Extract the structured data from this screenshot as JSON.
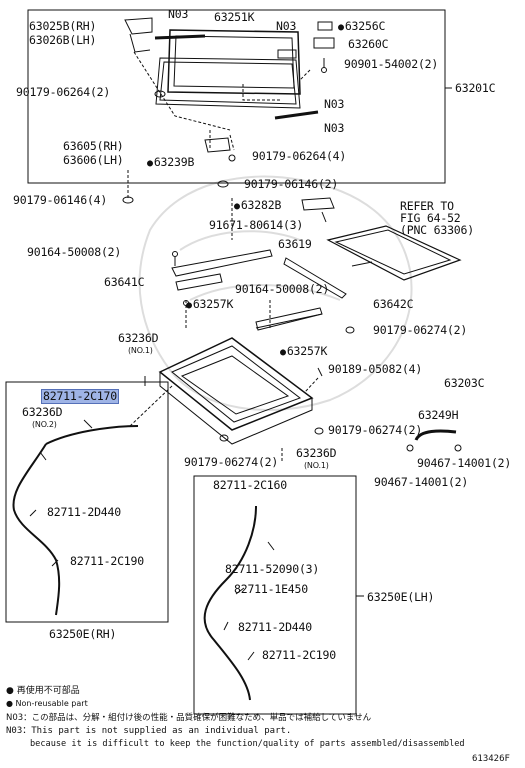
{
  "parts": {
    "p63025B": "63025B(RH)",
    "p63026B": "63026B(LH)",
    "n03_top": "N03",
    "p63251K": "63251K",
    "n03_right": "N03",
    "p63256C": "63256C",
    "p63260C": "63260C",
    "p90901": "90901-54002(2)",
    "p90179_2": "90179-06264(2)",
    "p63201C": "63201C",
    "n03_a": "N03",
    "n03_b": "N03",
    "p63605": "63605(RH)",
    "p63606": "63606(LH)",
    "p63239B": "63239B",
    "p90179_4": "90179-06264(4)",
    "p90179_06146_2": "90179-06146(2)",
    "p90179_06146_4": "90179-06146(4)",
    "p63282B": "63282B",
    "p91671": "91671-80614(3)",
    "refer1": "REFER TO",
    "refer2": "FIG 64-52",
    "refer3": "(PNC 63306)",
    "p90164_a": "90164-50008(2)",
    "p63619": "63619",
    "p63641C": "63641C",
    "p90164_b": "90164-50008(2)",
    "p63257K_a": "63257K",
    "p63642C": "63642C",
    "p90179_06274_a": "90179-06274(2)",
    "p63236D_a": "63236D",
    "no1_a": "(NO.1)",
    "p63257K_b": "63257K",
    "p90189": "90189-05082(4)",
    "p63203C": "63203C",
    "p82711_2C170": "82711-2C170",
    "p63236D_b": "63236D",
    "no2": "(NO.2)",
    "p63249H": "63249H",
    "p90179_06274_b": "90179-06274(2)",
    "p90179_06274_c": "90179-06274(2)",
    "p63236D_c": "63236D",
    "no1_b": "(NO.1)",
    "p90467_a": "90467-14001(2)",
    "p90467_b": "90467-14001(2)",
    "p82711_2C160": "82711-2C160",
    "p82711_2D440_rh": "82711-2D440",
    "p82711_2C190_rh": "82711-2C190",
    "p82711_52090": "82711-52090(3)",
    "p82711_1E450": "82711-1E450",
    "p63250E_lh": "63250E(LH)",
    "p82711_2D440_lh": "82711-2D440",
    "p82711_2C190_lh": "82711-2C190",
    "p63250E_rh": "63250E(RH)"
  },
  "notes": {
    "nonreuse_jp": "● 再使用不可部品",
    "nonreuse_en": "● Non-reusable part",
    "n03_jp": "N03：この部品は、分解・組付け後の性能・品質確保が困難なため、単品では補給していません",
    "n03_en1": "N03：This part is not supplied as an individual part.",
    "n03_en2": "because it is difficult to keep the function/quality of parts assembled/disassembled",
    "fig_id": "613426F"
  }
}
